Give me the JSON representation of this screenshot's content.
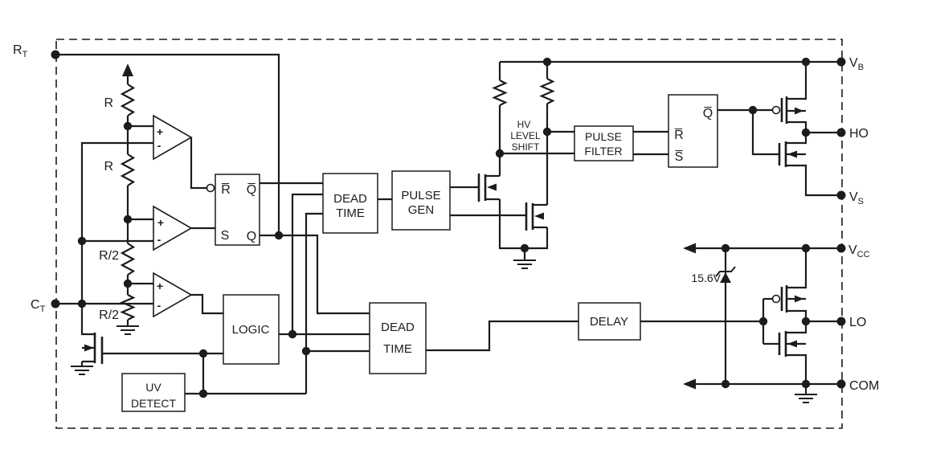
{
  "pins": {
    "rt": {
      "name": "R",
      "sub": "T"
    },
    "ct": {
      "name": "C",
      "sub": "T"
    },
    "vb": {
      "name": "V",
      "sub": "B"
    },
    "ho": {
      "name": "HO"
    },
    "vs": {
      "name": "V",
      "sub": "S"
    },
    "vcc": {
      "name": "V",
      "sub": "CC"
    },
    "lo": {
      "name": "LO"
    },
    "com": {
      "name": "COM"
    }
  },
  "resistors": {
    "r_top": "R",
    "r_mid": "R",
    "r_half_upper": "R/2",
    "r_half_lower": "R/2"
  },
  "blocks": {
    "dead_time_top": {
      "line1": "DEAD",
      "line2": "TIME"
    },
    "pulse_gen": {
      "line1": "PULSE",
      "line2": "GEN"
    },
    "pulse_filter": {
      "line1": "PULSE",
      "line2": "FILTER"
    },
    "dead_time_bottom": {
      "line1": "DEAD",
      "line2": "TIME"
    },
    "delay": {
      "label": "DELAY"
    },
    "logic": {
      "label": "LOGIC"
    },
    "uv_detect": {
      "line1": "UV",
      "line2": "DETECT"
    }
  },
  "latch1": {
    "r": "R̅",
    "s": "S",
    "qbar": "Q̅",
    "q": "Q"
  },
  "latch2": {
    "r": "R̅",
    "s": "S̅",
    "qbar": "Q̅"
  },
  "comparator": {
    "plus": "+",
    "minus": "-"
  },
  "annotations": {
    "hv_line1": "HV",
    "hv_line2": "LEVEL",
    "hv_line3": "SHIFT",
    "zener_voltage": "15.6V"
  }
}
